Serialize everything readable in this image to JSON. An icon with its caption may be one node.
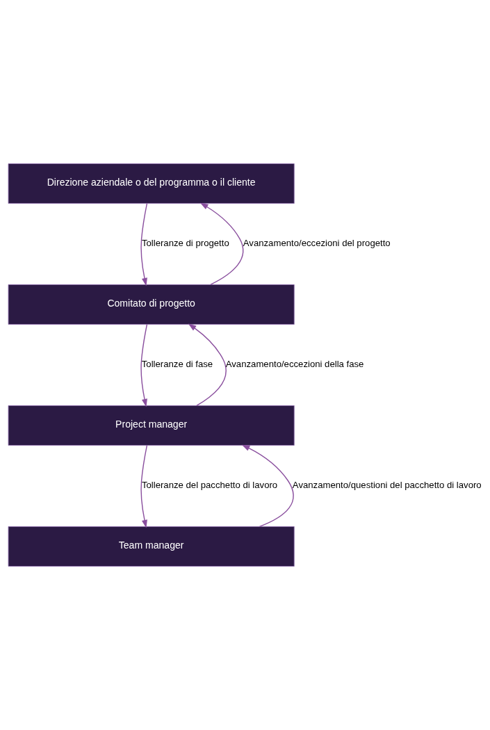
{
  "diagram": {
    "nodes": [
      {
        "text": [
          "Direzione aziendale o del programma o il cliente"
        ]
      },
      {
        "text": [
          "Comitato di progetto"
        ]
      },
      {
        "text": [
          "Project manager"
        ]
      },
      {
        "text": [
          "Team manager"
        ]
      }
    ],
    "edges": [
      {
        "from": 0,
        "to": 1,
        "arrow": "to",
        "label": "Tolleranze di progetto"
      },
      {
        "from": 1,
        "to": 0,
        "arrow": "to",
        "label": "Avanzamento/eccezioni del progetto"
      },
      {
        "from": 1,
        "to": 2,
        "arrow": "to",
        "label": "Tolleranze di fase"
      },
      {
        "from": 2,
        "to": 1,
        "arrow": "to",
        "label": "Avanzamento/eccezioni della fase"
      },
      {
        "from": 2,
        "to": 3,
        "arrow": "to",
        "label": "Tolleranze del pacchetto di lavoro"
      },
      {
        "from": 3,
        "to": 2,
        "arrow": "to",
        "label": "Avanzamento/questioni del pacchetto di lavoro"
      }
    ]
  }
}
